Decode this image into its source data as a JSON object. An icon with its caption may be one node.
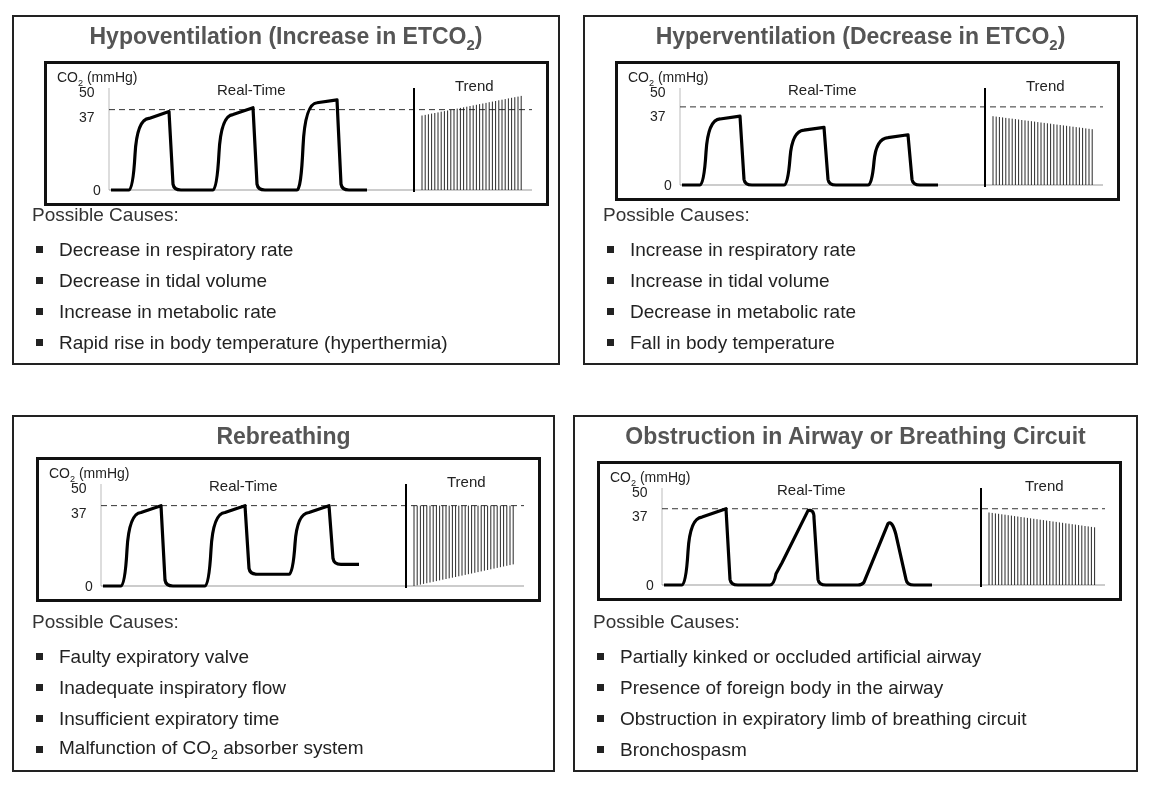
{
  "diagram": {
    "nodes": [
      {
        "text": [
          "Hypoventilation (Increase in ETCO$_{2}$)",
          "Possible Causes:",
          "Decrease in respiratory rate",
          "Decrease in tidal volume",
          "Increase in metabolic rate",
          "Rapid rise in body temperature (hyperthermia)"
        ]
      },
      {
        "text": [
          "CO$_{2}$ (mmHg)",
          "50",
          "37",
          "0",
          "Real-Time",
          "Trend"
        ],
        "in": 0
      },
      {
        "text": [
          "Hyperventilation (Decrease in ETCO$_{2}$)",
          "Possible Causes:",
          "Increase in respiratory rate",
          "Increase in tidal volume",
          "Decrease in metabolic rate",
          "Fall in body temperature"
        ]
      },
      {
        "text": [
          "CO$_{2}$ (mmHg)",
          "50",
          "37",
          "0",
          "Real-Time",
          "Trend"
        ],
        "in": 2
      },
      {
        "text": [
          "Rebreathing",
          "Possible Causes:",
          "Faulty expiratory valve",
          "Inadequate inspiratory flow",
          "Insufficient expiratory time",
          "Malfunction of CO$_{2}$ absorber system"
        ]
      },
      {
        "text": [
          "CO$_{2}$ (mmHg)",
          "50",
          "37",
          "0",
          "Real-Time",
          "Trend"
        ],
        "in": 4
      },
      {
        "text": [
          "Obstruction in Airway or Breathing Circuit",
          "Possible Causes:",
          "Partially kinked or occluded artificial airway",
          "Presence of foreign body in the airway",
          "Obstruction in expiratory limb of breathing circuit",
          "Bronchospasm"
        ]
      },
      {
        "text": [
          "CO$_{2}$ (mmHg)",
          "50",
          "37",
          "0",
          "Real-Time",
          "Trend"
        ],
        "in": 6
      }
    ]
  }
}
